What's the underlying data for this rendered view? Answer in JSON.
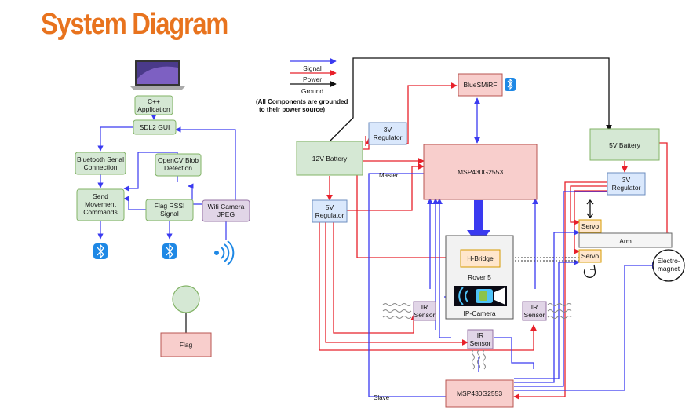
{
  "title": "System Diagram",
  "legend": {
    "signal": "Signal",
    "power": "Power",
    "ground": "Ground",
    "note_line1": "(All Components are grounded",
    "note_line2": "to their power source)"
  },
  "software": {
    "cpp_app": [
      "C++",
      "Application"
    ],
    "sdl2_gui": [
      "SDL2 GUI"
    ],
    "bt_serial": [
      "Bluetooth Serial",
      "Connection"
    ],
    "opencv": [
      "OpenCV Blob",
      "Detection"
    ],
    "send_cmds": [
      "Send",
      "Movement",
      "Commands"
    ],
    "flag_rssi": [
      "Flag RSSI",
      "Signal"
    ],
    "wifi_cam": [
      "Wifi Camera",
      "JPEG"
    ],
    "flag": [
      "Flag"
    ]
  },
  "hardware": {
    "bluesmirf": [
      "BlueSMiRF"
    ],
    "reg_3v_left": [
      "3V",
      "Regulator"
    ],
    "battery_12v": [
      "12V Battery"
    ],
    "mcu_master": [
      "MSP430G2553"
    ],
    "battery_5v": [
      "5V Battery"
    ],
    "reg_3v_right": [
      "3V",
      "Regulator"
    ],
    "reg_5v": [
      "5V",
      "Regulator"
    ],
    "servo_top": [
      "Servo"
    ],
    "arm": [
      "Arm"
    ],
    "servo_bottom": [
      "Servo"
    ],
    "electromagnet": [
      "Electro-",
      "magnet"
    ],
    "hbridge": [
      "H-Bridge"
    ],
    "rover": "Rover 5",
    "ip_camera": "IP-Camera",
    "ir_left": [
      "IR",
      "Sensor"
    ],
    "ir_right": [
      "IR",
      "Sensor"
    ],
    "ir_bottom": [
      "IR",
      "Sensor"
    ],
    "mcu_slave": [
      "MSP430G2553"
    ],
    "label_master": "Master",
    "label_slave": "Slave"
  },
  "colors": {
    "title": "#e8731e",
    "signal": "#3a3af0",
    "power": "#e8202a",
    "ground": "#111111",
    "green_fill": "#d5e8d4",
    "green_stroke": "#82b366",
    "purple_fill": "#e1d5e7",
    "purple_stroke": "#9673a6",
    "red_fill": "#f8cecc",
    "red_stroke": "#b85450",
    "blue_fill": "#dae8fc",
    "blue_stroke": "#6c8ebf",
    "yellow_fill": "#ffe6cc",
    "yellow_stroke": "#d79b00",
    "bluetooth": "#1e88e5"
  },
  "icons": [
    "laptop-icon",
    "bluetooth-icon",
    "wifi-icon",
    "video-camera-icon",
    "up-down-arrow-icon",
    "rotate-icon",
    "ir-waves-icon"
  ]
}
